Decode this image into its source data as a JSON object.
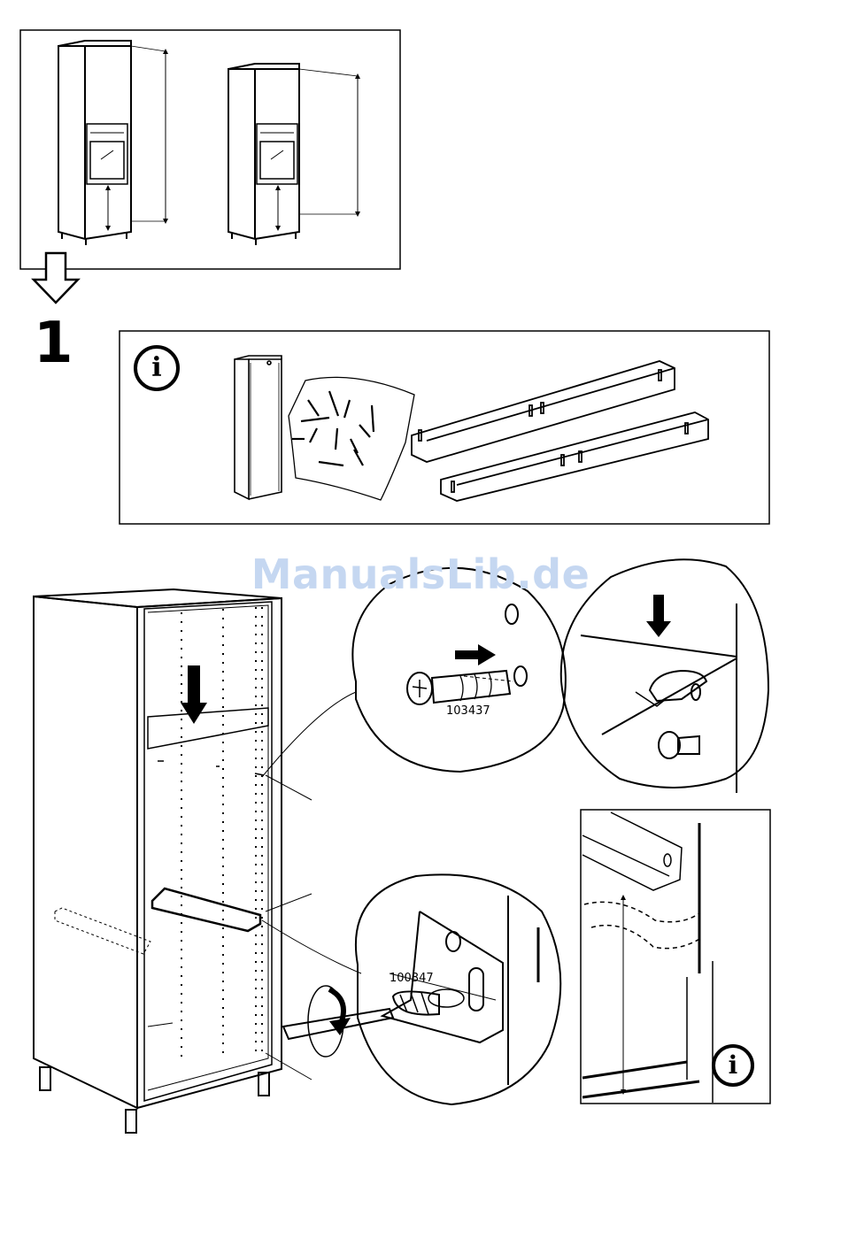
{
  "step": {
    "number": "1"
  },
  "watermark": {
    "text": "ManualsLib.de"
  },
  "parts": {
    "dowel_code": "103437",
    "screw_code": "100347"
  },
  "icons": {
    "info": "i",
    "info_icon_name": "info-icon",
    "flow_arrow": "down-arrow-icon",
    "rotate": "rotate-icon"
  }
}
